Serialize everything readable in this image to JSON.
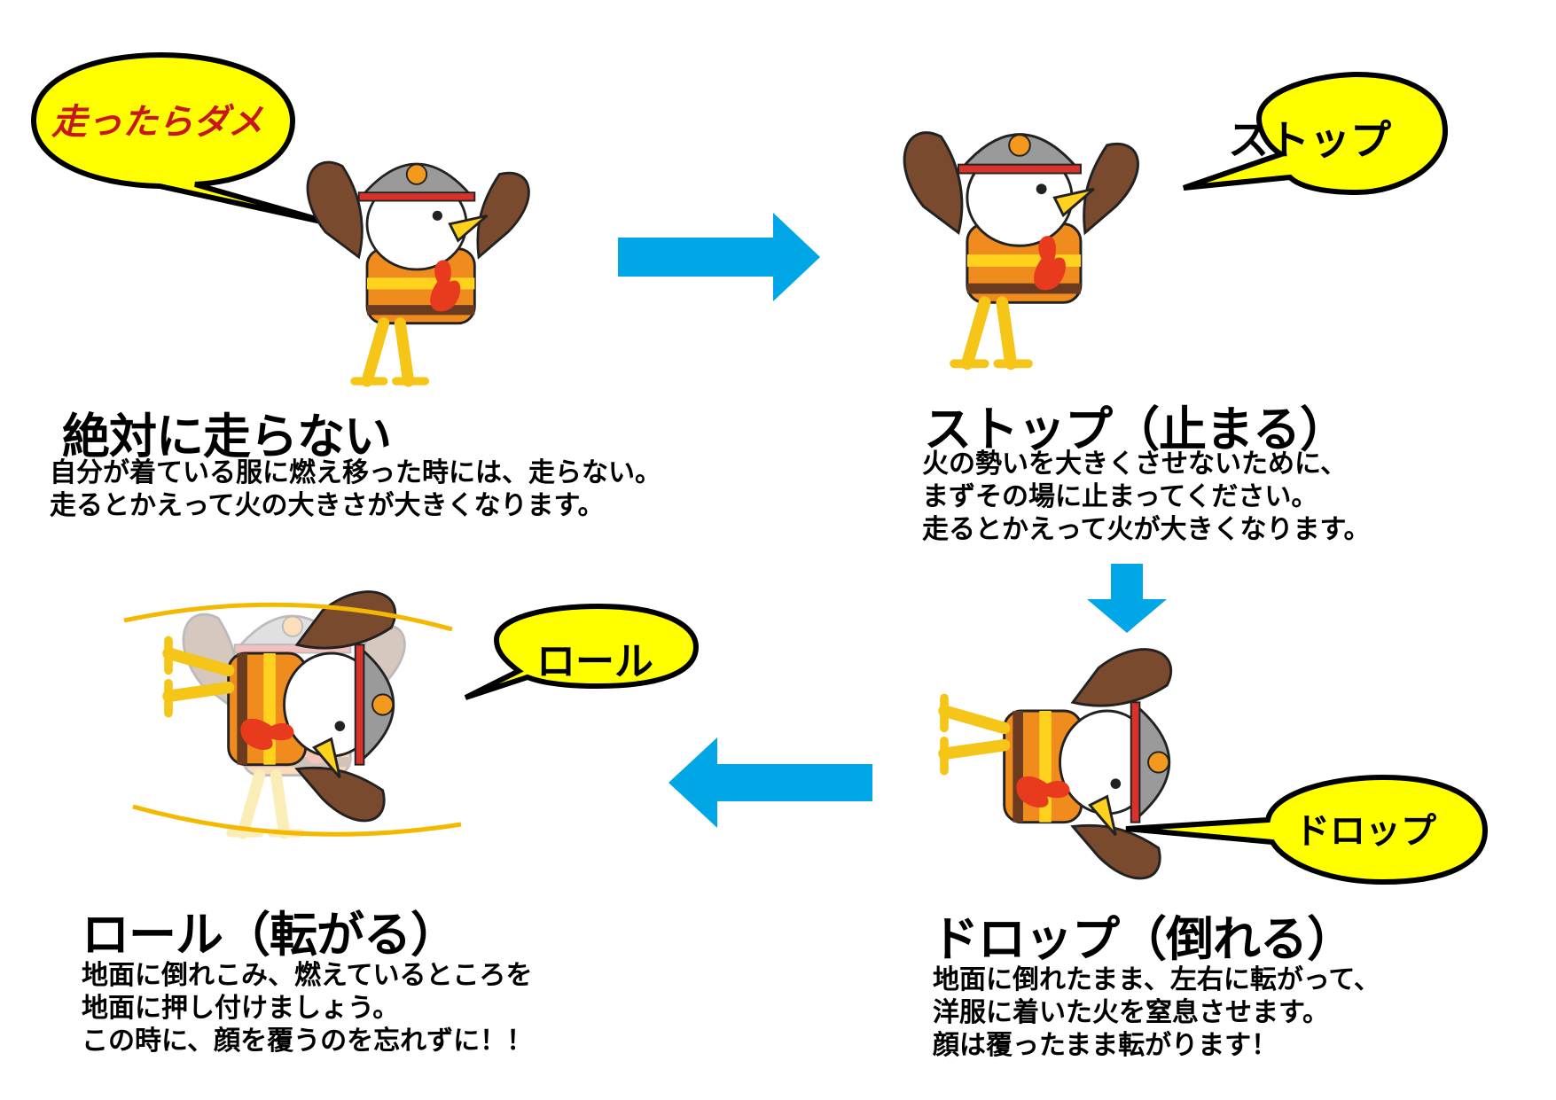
{
  "colors": {
    "bubble_fill": "#ffff00",
    "arrow": "#00a6e6",
    "bubble1_text": "#c8161d",
    "bubble_text": "#000000"
  },
  "steps": [
    {
      "bubble": "走ったらダメ",
      "title": "絶対に走らない",
      "lines": [
        "自分が着ている服に燃え移った時には、走らない。",
        "走るとかえって火の大きさが大きくなります。"
      ]
    },
    {
      "bubble": "ストップ",
      "title": "ストップ（止まる）",
      "lines": [
        "火の勢いを大きくさせないために、",
        "まずその場に止まってください。",
        "走るとかえって火が大きくなります。"
      ]
    },
    {
      "bubble": "ドロップ",
      "title": "ドロップ（倒れる）",
      "lines": [
        "地面に倒れたまま、左右に転がって、",
        "洋服に着いた火を窒息させます。",
        "顔は覆ったまま転がります！"
      ]
    },
    {
      "bubble": "ロール",
      "title": "ロール（転がる）",
      "lines": [
        "地面に倒れこみ、燃えているところを",
        "地面に押し付けましょう。",
        "この時に、顔を覆うのを忘れずに！！"
      ]
    }
  ],
  "icons": {
    "arrow_right": "arrow-right-icon",
    "arrow_down": "arrow-down-icon",
    "arrow_left": "arrow-left-icon",
    "mascot": "bird-firefighter-mascot"
  }
}
